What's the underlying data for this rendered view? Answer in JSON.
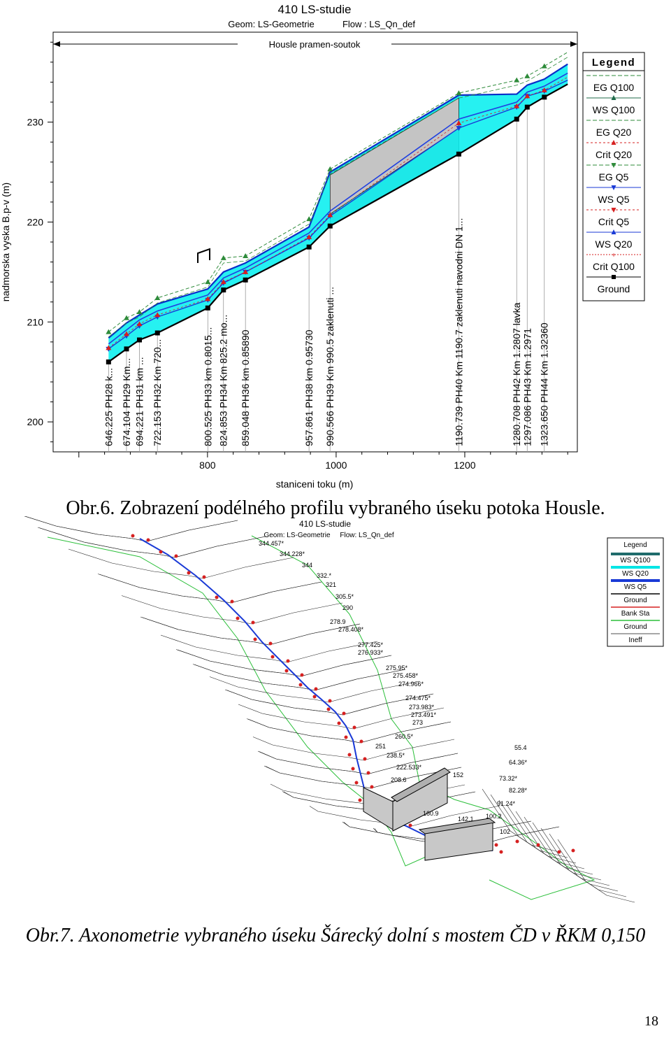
{
  "figure1": {
    "title": "410 LS-studie",
    "geom": "Geom: LS-Geometrie",
    "flow": "Flow : LS_Qn_def",
    "reach": "Housle pramen-soutok",
    "ylabel": "nadmorska vyska B.p-v (m)",
    "xlabel": "staniceni toku  (m)",
    "y_ticks": [
      "200",
      "210",
      "220",
      "230"
    ],
    "x_ticks": [
      "800",
      "1000",
      "1200"
    ],
    "legend_title": "Legend",
    "legend": [
      {
        "label": "EG  Q100",
        "color": "#2e8b3a",
        "dash": "6 3",
        "marker": "none"
      },
      {
        "label": "WS  Q100",
        "color": "#1f6b4a",
        "dash": "",
        "marker": "tri-up"
      },
      {
        "label": "EG  Q20",
        "color": "#2e8b3a",
        "dash": "6 3",
        "marker": "none"
      },
      {
        "label": "Crit  Q20",
        "color": "#d62020",
        "dash": "3 3",
        "marker": "tri-up"
      },
      {
        "label": "EG  Q5",
        "color": "#2e8b3a",
        "dash": "6 3",
        "marker": "tri-down"
      },
      {
        "label": "WS  Q5",
        "color": "#1a3ad6",
        "dash": "",
        "marker": "tri-down"
      },
      {
        "label": "Crit  Q5",
        "color": "#d62020",
        "dash": "3 3",
        "marker": "tri-down"
      },
      {
        "label": "WS  Q20",
        "color": "#1a3ad6",
        "dash": "",
        "marker": "tri-up"
      },
      {
        "label": "Crit  Q100",
        "color": "#d62020",
        "dash": "2 2",
        "marker": "plus"
      },
      {
        "label": "Ground",
        "color": "#000000",
        "dash": "",
        "marker": "square"
      }
    ],
    "stations": [
      {
        "label": "646.225 PH28 k..."
      },
      {
        "label": "674.104 PH29 Km..."
      },
      {
        "label": "694.221 PH31 km ..."
      },
      {
        "label": "722.153 PH32 Km 720..."
      },
      {
        "label": "800.525 PH33 km 0.8015..."
      },
      {
        "label": "824.853 PH34 Km 825.2 mo..."
      },
      {
        "label": "859.048 PH36 km 0.85890"
      },
      {
        "label": "957.861 PH38 km 0.95730"
      },
      {
        "label": "990.566 PH39 Km 990.5 zaklenuti ..."
      },
      {
        "label": "1190.739 PH40 Km 1190.7 zaklenuti navodni DN 1..."
      },
      {
        "label": "1280.708 PH42 Km 1.2807 lavka"
      },
      {
        "label": "1297.086 PH43 Km 1.2971"
      },
      {
        "label": "1323.650 PH44 Km 1.32360"
      }
    ]
  },
  "chart_data": [
    {
      "type": "line",
      "title": "410 LS-studie",
      "subtitle": "Housle pramen-soutok",
      "xlabel": "staniceni toku  (m)",
      "ylabel": "nadmorska vyska B.p-v (m)",
      "xlim": [
        560,
        1375
      ],
      "ylim": [
        197,
        239
      ],
      "legend_position": "right",
      "x": [
        646.2,
        674.1,
        694.2,
        722.2,
        800.5,
        824.9,
        859.0,
        957.9,
        990.6,
        1190.7,
        1280.7,
        1297.1,
        1323.7,
        1360
      ],
      "series": [
        {
          "name": "Ground",
          "values": [
            206.0,
            207.3,
            208.2,
            208.9,
            211.4,
            213.2,
            214.2,
            217.5,
            219.6,
            226.8,
            230.3,
            231.5,
            232.5,
            233.8
          ]
        },
        {
          "name": "WS  Q5",
          "values": [
            207.3,
            208.6,
            209.6,
            210.5,
            212.2,
            213.9,
            215.0,
            218.4,
            220.6,
            229.4,
            231.5,
            232.6,
            233.1,
            234.2
          ]
        },
        {
          "name": "WS  Q20",
          "values": [
            207.8,
            209.2,
            210.2,
            211.1,
            212.7,
            214.4,
            215.4,
            218.9,
            221.1,
            230.3,
            232.0,
            233.0,
            233.6,
            234.9
          ]
        },
        {
          "name": "WS  Q100",
          "values": [
            208.4,
            209.9,
            210.7,
            211.8,
            213.3,
            215.0,
            215.9,
            219.5,
            225.0,
            232.7,
            232.8,
            233.7,
            234.3,
            235.8
          ]
        },
        {
          "name": "EG  Q100",
          "values": [
            209.0,
            210.4,
            211.0,
            212.4,
            214.0,
            216.4,
            216.6,
            220.3,
            225.3,
            232.9,
            234.2,
            234.6,
            235.6,
            237.0
          ]
        }
      ]
    }
  ],
  "caption6": "Obr.6. Zobrazení podélného profilu vybraného úseku potoka Housle.",
  "figure2": {
    "title": "410 LS-studie",
    "geom": "Geom: LS-Geometrie",
    "flow": "Flow: LS_Qn_def",
    "legend_title": "Legend",
    "legend": [
      {
        "label": "WS Q100",
        "color": "#1f6b6b"
      },
      {
        "label": "WS Q20",
        "color": "#00e5e5"
      },
      {
        "label": "WS Q5",
        "color": "#1a3ad6"
      },
      {
        "label": "Ground",
        "color": "#000000"
      },
      {
        "label": "Bank Sta",
        "color": "#d62020"
      },
      {
        "label": "Ground",
        "color": "#2bbf3a"
      },
      {
        "label": "Ineff",
        "color": "#8a8a8a"
      }
    ],
    "stations": [
      {
        "label": "344.457*"
      },
      {
        "label": "344.228*"
      },
      {
        "label": "344"
      },
      {
        "label": "332.*"
      },
      {
        "label": "321"
      },
      {
        "label": "305.5*"
      },
      {
        "label": "290"
      },
      {
        "label": "278.9"
      },
      {
        "label": "278.408*"
      },
      {
        "label": "277.425*"
      },
      {
        "label": "276.933*"
      },
      {
        "label": "275.95*"
      },
      {
        "label": "275.458*"
      },
      {
        "label": "274.966*"
      },
      {
        "label": "274.475*"
      },
      {
        "label": "273.983*"
      },
      {
        "label": "273.491*"
      },
      {
        "label": "273"
      },
      {
        "label": "260.5*"
      },
      {
        "label": "251"
      },
      {
        "label": "238.5*"
      },
      {
        "label": "222.533*"
      },
      {
        "label": "208.6"
      },
      {
        "label": "152"
      },
      {
        "label": "160.9"
      },
      {
        "label": "142.1"
      },
      {
        "label": "100.2"
      },
      {
        "label": "102"
      },
      {
        "label": "55.4"
      },
      {
        "label": "64.36*"
      },
      {
        "label": "73.32*"
      },
      {
        "label": "82.28*"
      },
      {
        "label": "91.24*"
      }
    ]
  },
  "caption7": "Obr.7. Axonometrie vybraného úseku  Šárecký dolní s mostem ČD v ŘKM 0,150",
  "page_number": "18"
}
